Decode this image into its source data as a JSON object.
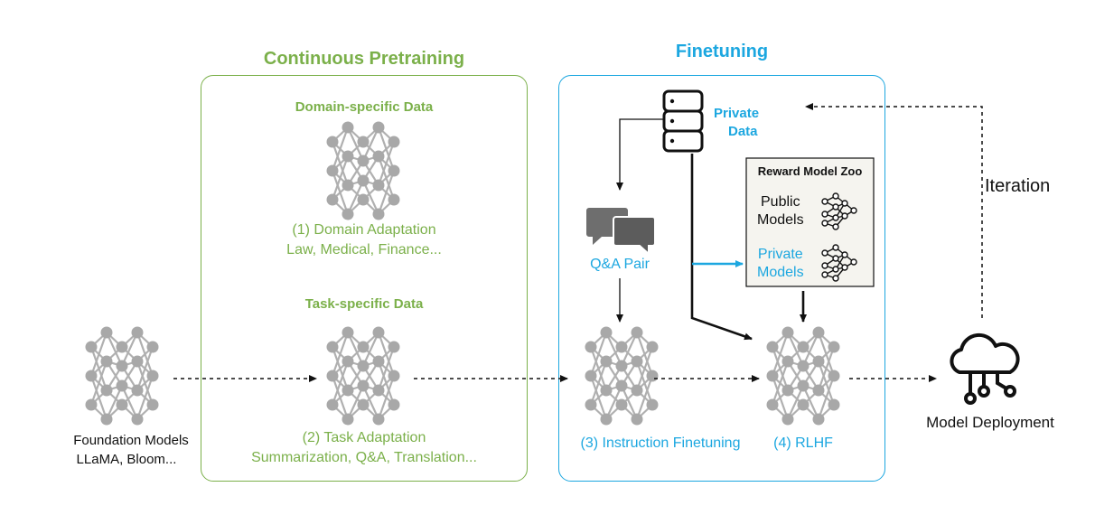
{
  "sections": {
    "continuous_pretraining": {
      "title": "Continuous Pretraining"
    },
    "finetuning": {
      "title": "Finetuning"
    }
  },
  "domain_data": {
    "heading": "Domain-specific Data",
    "step_label": "(1)  Domain Adaptation",
    "examples": "Law, Medical, Finance..."
  },
  "task_data": {
    "heading": "Task-specific Data",
    "step_label": "(2) Task Adaptation",
    "examples": "Summarization, Q&A, Translation..."
  },
  "foundation": {
    "line1": "Foundation Models",
    "line2": "LLaMA, Bloom..."
  },
  "private_data": {
    "line1": "Private",
    "line2": "Data"
  },
  "qa_pair": {
    "label": "Q&A Pair"
  },
  "reward_zoo": {
    "title": "Reward Model Zoo",
    "public_line1": "Public",
    "public_line2": "Models",
    "private_line1": "Private",
    "private_line2": "Models"
  },
  "instruction": {
    "label": "(3) Instruction Finetuning"
  },
  "rlhf": {
    "label": "(4) RLHF"
  },
  "deployment": {
    "label": "Model Deployment"
  },
  "iteration": {
    "label": "Iteration"
  },
  "colors": {
    "green": "#7bb04a",
    "blue": "#1ca7e0",
    "node_gray": "#a8a8a8",
    "zoo_bg": "#f5f4ef"
  },
  "icons": {
    "network": "neural-network-icon",
    "database": "database-icon",
    "chat": "chat-bubbles-icon",
    "cloud": "cloud-deployment-icon"
  }
}
